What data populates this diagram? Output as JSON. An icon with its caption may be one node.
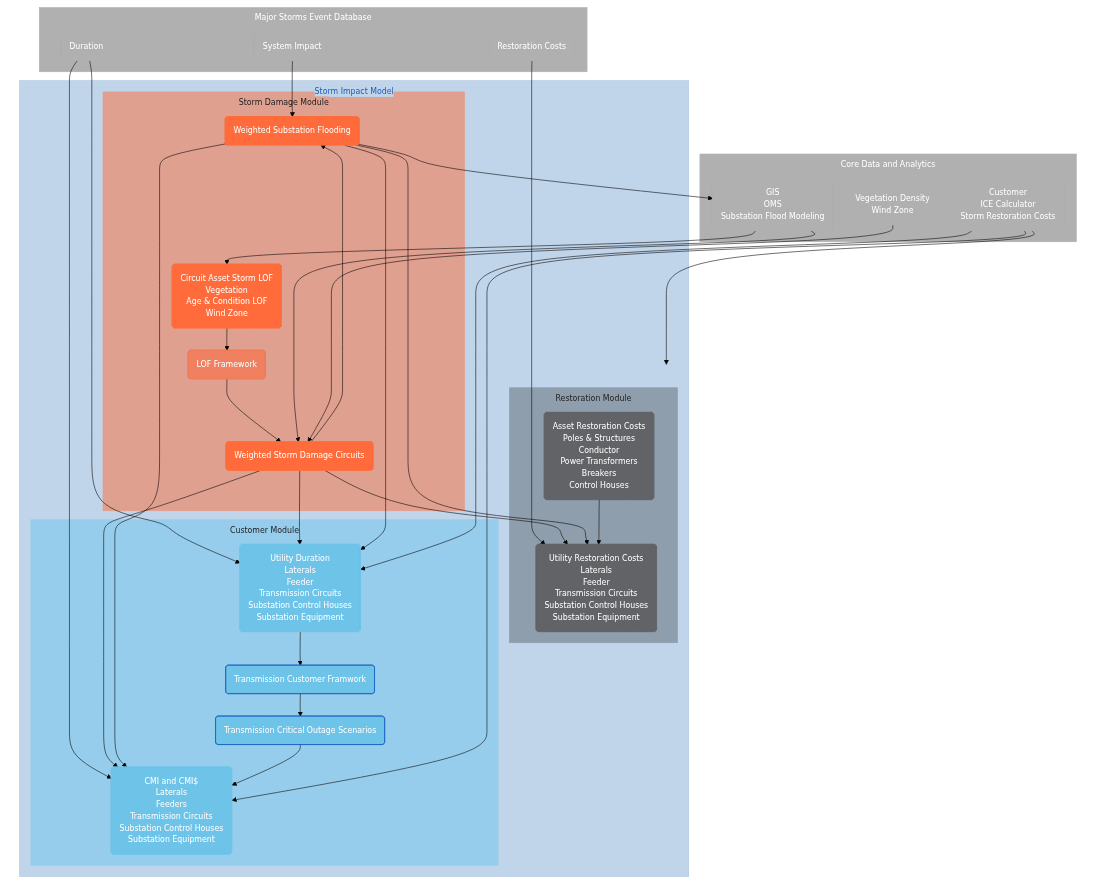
{
  "diagram": {
    "nodes": [
      {
        "text": [
          "Major Storms Event Database"
        ]
      },
      {
        "text": [
          "System Impact"
        ],
        "in": 0
      },
      {
        "text": [
          "Restoration Costs"
        ],
        "in": 0
      },
      {
        "text": [
          "Duration"
        ],
        "in": 0
      },
      {
        "text": [
          "Storm Impact Model"
        ]
      },
      {
        "text": [
          "Storm Damage Module"
        ],
        "in": 4
      },
      {
        "text": [
          "Circuit Asset Storm LOF",
          "Vegetation",
          "Age & Condition LOF",
          "Wind Zone"
        ],
        "in": 5
      },
      {
        "text": [
          "LOF Framework"
        ],
        "in": 5
      },
      {
        "text": [
          "Weighted Storm Damage Circuits"
        ],
        "in": 5
      },
      {
        "text": [
          "Weighted Substation Flooding"
        ],
        "in": 5
      },
      {
        "text": [
          "Restoration Module"
        ],
        "in": 4
      },
      {
        "text": [
          "Utility Restoration Costs",
          "Laterals",
          "Feeder",
          "Transmission Circuits",
          "Substation Control Houses",
          "Substation Equipment"
        ],
        "in": 10
      },
      {
        "text": [
          "Asset Restoration Costs",
          "Poles & Structures",
          "Conductor",
          "Power Transformers",
          "Breakers",
          "Control Houses"
        ],
        "in": 10
      },
      {
        "text": [
          "Customer Module"
        ],
        "in": 4
      },
      {
        "text": [
          "Utility Duration",
          "Laterals",
          "Feeder",
          "Transmission Circuits",
          "Substation Control Houses",
          "Substation Equipment"
        ],
        "in": 13
      },
      {
        "text": [
          "Transmission Customer Framwork"
        ],
        "in": 13
      },
      {
        "text": [
          "Transmission Critical Outage Scenarios"
        ],
        "in": 13
      },
      {
        "text": [
          "CMI and CMI$",
          "Laterals",
          "Feeders",
          "Transmission Circuits",
          "Substation Control Houses",
          "Substation Equipment"
        ],
        "in": 13
      },
      {
        "text": [
          "Core Data and Analytics"
        ]
      },
      {
        "text": [
          "GIS",
          "OMS",
          "Substation Flood Modeling"
        ],
        "in": 18
      },
      {
        "text": [
          "Vegetation Density",
          "Wind Zone"
        ],
        "in": 18
      },
      {
        "text": [
          "Customer",
          "ICE Calculator",
          "Storm Restoration Costs"
        ],
        "in": 18
      }
    ],
    "edges": [
      {
        "from": 1,
        "to": 9,
        "arrow": "to"
      },
      {
        "from": 2,
        "to": 11,
        "arrow": "to"
      },
      {
        "from": 3,
        "to": 14,
        "arrow": "to"
      },
      {
        "from": 3,
        "to": 17,
        "arrow": "to"
      },
      {
        "from": 6,
        "to": 7,
        "arrow": "to"
      },
      {
        "from": 7,
        "to": 8,
        "arrow": "to"
      },
      {
        "from": 8,
        "to": 9,
        "arrow": "to"
      },
      {
        "from": 8,
        "to": 11,
        "arrow": "to"
      },
      {
        "from": 9,
        "to": 11,
        "arrow": "to"
      },
      {
        "from": 8,
        "to": 14,
        "arrow": "to"
      },
      {
        "from": 8,
        "to": 17,
        "arrow": "to"
      },
      {
        "from": 9,
        "to": 14,
        "arrow": "to"
      },
      {
        "from": 9,
        "to": 17,
        "arrow": "to"
      },
      {
        "from": 12,
        "to": 11,
        "arrow": "to"
      },
      {
        "from": 14,
        "to": 15,
        "arrow": "to"
      },
      {
        "from": 15,
        "to": 16,
        "arrow": "to"
      },
      {
        "from": 16,
        "to": 17,
        "arrow": "to"
      },
      {
        "from": 19,
        "to": 6,
        "arrow": "to"
      },
      {
        "from": 19,
        "to": 8,
        "arrow": "to"
      },
      {
        "from": 20,
        "to": 8,
        "arrow": "to"
      },
      {
        "from": 9,
        "to": 19,
        "arrow": "to"
      },
      {
        "from": 21,
        "to": 14,
        "arrow": "to"
      },
      {
        "from": 21,
        "to": 17,
        "arrow": "to"
      },
      {
        "from": 21,
        "to": 10,
        "arrow": "to"
      }
    ]
  }
}
